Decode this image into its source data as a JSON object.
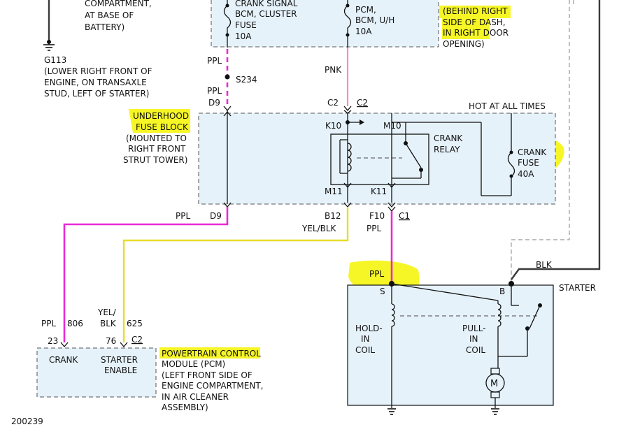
{
  "labels": {
    "battery_top": [
      "COMPARTMENT,",
      "AT BASE OF",
      "BATTERY)"
    ],
    "g113": [
      "G113",
      "(LOWER RIGHT FRONT OF",
      "ENGINE, ON TRANSAXLE",
      "STUD, LEFT OF STARTER)"
    ],
    "crank_signal_fuse": [
      "CRANK SIGNAL",
      "BCM, CLUSTER",
      "FUSE",
      "10A"
    ],
    "pcm_fuse": [
      "PCM,",
      "BCM, U/H",
      "10A"
    ],
    "behind_dash": [
      "(BEHIND RIGHT",
      "SIDE OF DASH,",
      "IN RIGHT DOOR",
      "OPENING)"
    ],
    "ppl_top": "PPL",
    "s234": "S234",
    "ppl_d9_top": [
      "PPL",
      "D9"
    ],
    "pnk": "PNK",
    "c2_left": "C2",
    "c2_right": "C2",
    "hot_at_all_times": "HOT AT ALL TIMES",
    "underhood_fuse_block": [
      "UNDERHOOD",
      "FUSE BLOCK",
      "(MOUNTED TO",
      "RIGHT FRONT",
      "STRUT TOWER)"
    ],
    "k10": "K10",
    "m10": "M10",
    "crank_relay": [
      "CRANK",
      "RELAY"
    ],
    "crank_fuse": [
      "CRANK",
      "FUSE",
      "40A"
    ],
    "m11": "M11",
    "k11": "K11",
    "ppl_mid": "PPL",
    "d9_mid": "D9",
    "b12": "B12",
    "yel_blk_mid": "YEL/BLK",
    "f10": "F10",
    "c1": "C1",
    "ppl_f10": "PPL",
    "blk": "BLK",
    "starter": "STARTER",
    "ppl_s": "PPL",
    "s_term": "S",
    "b_term": "B",
    "hold_in_coil": [
      "HOLD-",
      "IN",
      "COIL"
    ],
    "pull_in_coil": [
      "PULL-",
      "IN",
      "COIL"
    ],
    "motor": "M",
    "ppl_806": [
      "PPL",
      "806"
    ],
    "yel_blk_625": [
      "YEL/",
      "BLK",
      "625"
    ],
    "pin23": "23",
    "pin76": "76",
    "c2_pcm": "C2",
    "crank_pin": "CRANK",
    "starter_enable": [
      "STARTER",
      "ENABLE"
    ],
    "pcm": [
      "POWERTRAIN CONTROL",
      "MODULE (PCM)",
      "(LEFT FRONT SIDE OF",
      "ENGINE COMPARTMENT,",
      "IN AIR CLEANER",
      "ASSEMBLY)"
    ],
    "figure_id": "200239"
  },
  "colors": {
    "highlight": "#f4f400",
    "box_fill": "#e6f2fa",
    "wire_ppl": "#e82ad6",
    "wire_pnk": "#f08ad0",
    "wire_yel_blk": "#e6dd2a",
    "wire_blk": "#3a3a3a"
  }
}
